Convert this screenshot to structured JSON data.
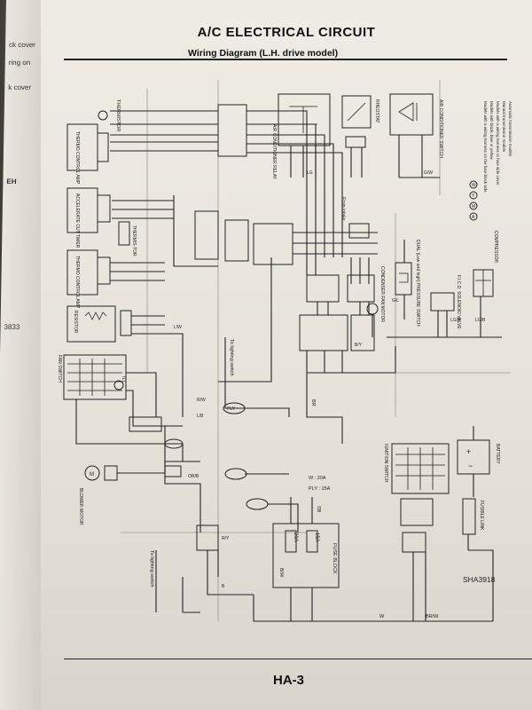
{
  "page": {
    "title": "A/C ELECTRICAL CIRCUIT",
    "subtitle": "Wiring Diagram (L.H. drive model)",
    "page_number": "HA-3",
    "diagram_code": "SHA3918"
  },
  "components": {
    "thermistor": "THERMISTOR",
    "thermo_control_amp": "THERMO CONTROL AMP",
    "accelerate_cut_timer": "ACCELERATE CUT TIMER",
    "thermistor_2": "THERMIS-TOR",
    "thermo_control_amp_2": "THERMO CONTROL AMP",
    "resistor": "RESISTOR",
    "fan_switch": "FAN SWITCH",
    "ill": "ILL",
    "blower_motor": "BLOWER MOTOR",
    "ac_relay": "AIR CONDITIONER RELAY",
    "rheostat": "RHEOSTAT",
    "ac_switch": "AIR CONDITIONER SWITCH",
    "from_intake": "From intake",
    "dual_pressure_switch": "DUAL (Low and high) PRESSURE SWITCH",
    "condenser_fan_motor": "CONDENSER FAN MOTOR",
    "ficd_solenoid_valve": "F.I.C.D. SOLENOID VALVE",
    "compressor": "COMPRESSOR",
    "ignition_switch": "IGNITION SWITCH",
    "battery": "BATTERY",
    "fusible_link": "FUSIBLE LINK",
    "fuse_block": "FUSE BLOCK",
    "to_lighting_switch_top": "To lighting switch",
    "to_lighting_switch_bottom": "To lighting switch"
  },
  "fuses": {
    "fuse_a": "20A",
    "fuse_b": "15A",
    "note_w": "W : 20A",
    "note_y": "PLY : 15A"
  },
  "wire_labels": {
    "bw": "B/W",
    "sb": "SB",
    "w": "W",
    "br": "BR",
    "b": "B",
    "orb": "OR/B",
    "lw": "L/W",
    "rw": "R/W",
    "lb": "L/B",
    "lgr": "LG/R",
    "lgb": "LG/B",
    "gl": "G/L",
    "by": "B/Y",
    "ply": "PLY",
    "ry": "R/Y",
    "br_w": "BR/W",
    "lg": "LG",
    "gw": "G/W"
  },
  "legend": [
    "Models with a wiring harness on the fuse block side",
    "Models with black, blue or yellow",
    "Models with a wiring harness or fuse side cover",
    "Manual transmission models",
    "Automatic transmission models"
  ],
  "legend_marks": [
    "W",
    "Y",
    "M",
    "A"
  ],
  "previous_page_fragments": [
    "ck cover",
    "ring on",
    "k cover",
    "EH",
    "3833"
  ]
}
